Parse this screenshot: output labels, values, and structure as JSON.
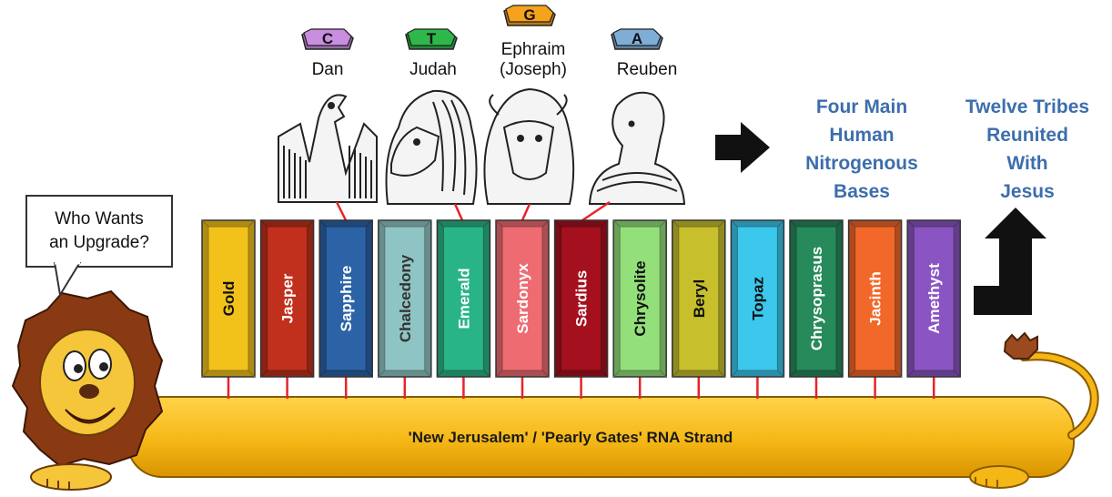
{
  "speech_bubble": {
    "line1": "Who Wants",
    "line2": "an Upgrade?"
  },
  "bases": [
    {
      "letter": "C",
      "tribe_line1": "Dan",
      "tribe_line2": "",
      "color": "#c98ee0",
      "figure": "eagle"
    },
    {
      "letter": "T",
      "tribe_line1": "Judah",
      "tribe_line2": "",
      "color": "#2fb84a",
      "figure": "lion"
    },
    {
      "letter": "G",
      "tribe_line1": "Ephraim",
      "tribe_line2": "(Joseph)",
      "color": "#f4a31a",
      "figure": "ox"
    },
    {
      "letter": "A",
      "tribe_line1": "Reuben",
      "tribe_line2": "",
      "color": "#7eaed6",
      "figure": "man"
    }
  ],
  "stones": [
    {
      "name": "Gold",
      "color": "#f2c21b",
      "text_color": "#111111"
    },
    {
      "name": "Jasper",
      "color": "#c0301c",
      "text_color": "#ffffff"
    },
    {
      "name": "Sapphire",
      "color": "#2b63a6",
      "text_color": "#ffffff"
    },
    {
      "name": "Chalcedony",
      "color": "#8fc4c4",
      "text_color": "#333333"
    },
    {
      "name": "Emerald",
      "color": "#29b487",
      "text_color": "#ffffff"
    },
    {
      "name": "Sardonyx",
      "color": "#ef6b72",
      "text_color": "#ffffff"
    },
    {
      "name": "Sardius",
      "color": "#a5101e",
      "text_color": "#ffffff"
    },
    {
      "name": "Chrysolite",
      "color": "#93e07a",
      "text_color": "#111111"
    },
    {
      "name": "Beryl",
      "color": "#c7bf2c",
      "text_color": "#111111"
    },
    {
      "name": "Topaz",
      "color": "#3cc7ec",
      "text_color": "#111111"
    },
    {
      "name": "Chrysoprasus",
      "color": "#268a5b",
      "text_color": "#ffffff"
    },
    {
      "name": "Jacinth",
      "color": "#f2682a",
      "text_color": "#ffffff"
    },
    {
      "name": "Amethyst",
      "color": "#8a55c2",
      "text_color": "#ffffff"
    }
  ],
  "strand_label": "'New Jerusalem' / 'Pearly Gates' RNA Strand",
  "four_bases_text": {
    "line1": "Four Main",
    "line2": "Human",
    "line3": "Nitrogenous",
    "line4": "Bases"
  },
  "twelve_tribes_text": {
    "line1": "Twelve Tribes",
    "line2": "Reunited",
    "line3": "With",
    "line4": "Jesus"
  },
  "colors": {
    "strand": "#f5b716",
    "connector": "#e8232a",
    "headline": "#3d6eac"
  }
}
